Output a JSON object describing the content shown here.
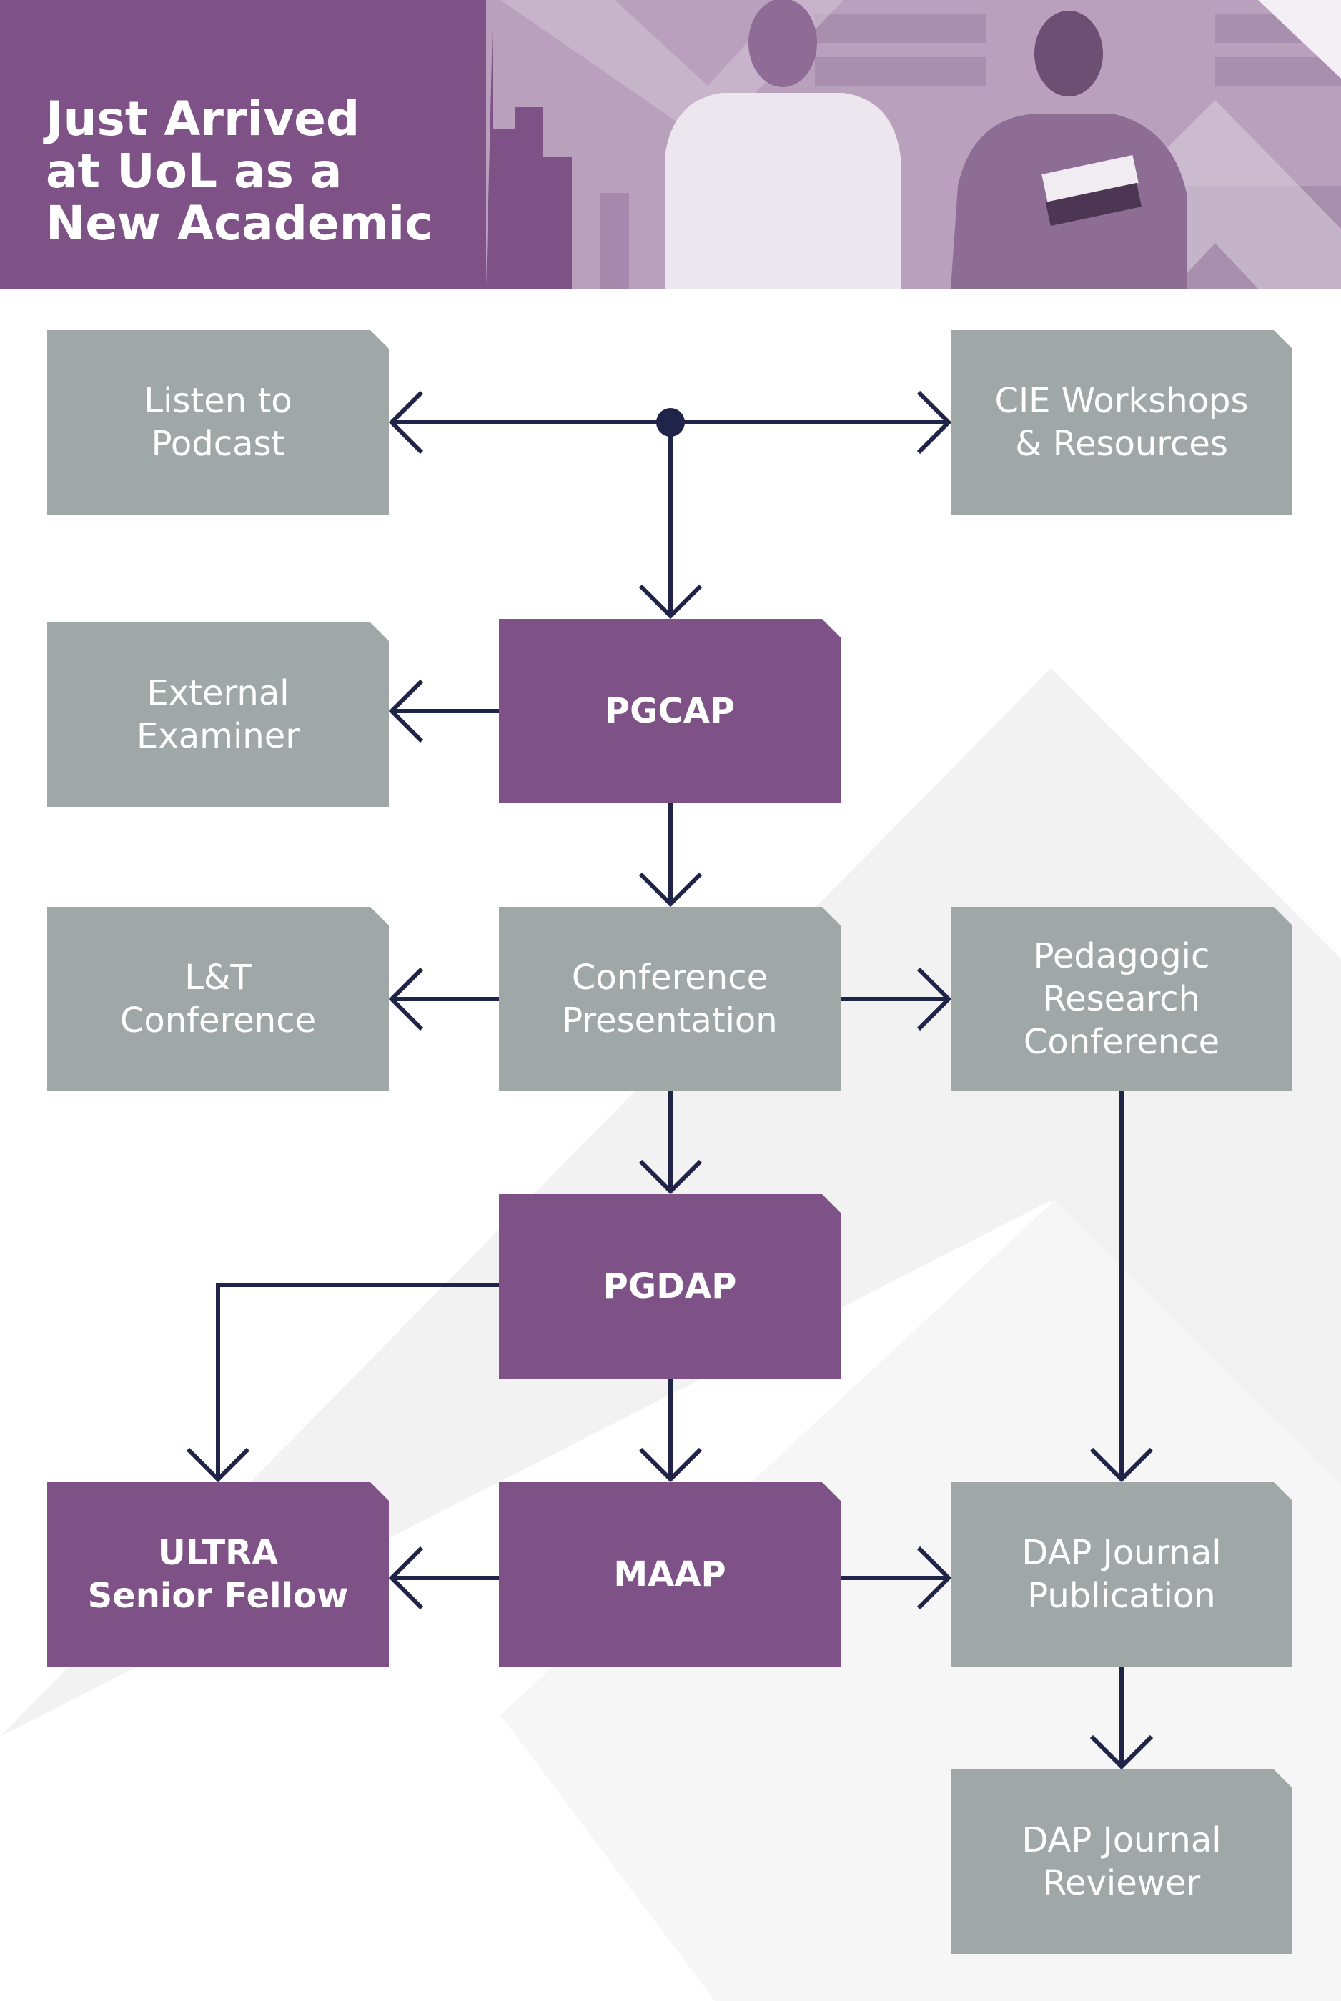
{
  "header": {
    "title_lines": [
      "Just Arrived",
      "at UoL as a",
      "New Academic"
    ]
  },
  "colors": {
    "header_purple": "#7e5286",
    "box_purple": "#7e5286",
    "box_grey": "#a0a7a7",
    "arrow_navy": "#1f2448",
    "background_shape": "#f2f2f2"
  },
  "nodes": {
    "listen_podcast": {
      "lines": [
        "Listen to",
        "Podcast"
      ]
    },
    "cie_workshops": {
      "lines": [
        "CIE Workshops",
        "& Resources"
      ]
    },
    "external_examiner": {
      "lines": [
        "External",
        "Examiner"
      ]
    },
    "pgcap": {
      "lines": [
        "PGCAP"
      ]
    },
    "lt_conference": {
      "lines": [
        "L&T",
        "Conference"
      ]
    },
    "conference_presentation": {
      "lines": [
        "Conference",
        "Presentation"
      ]
    },
    "pedagogic_research": {
      "lines": [
        "Pedagogic",
        "Research",
        "Conference"
      ]
    },
    "pgdap": {
      "lines": [
        "PGDAP"
      ]
    },
    "ultra_senior_fellow": {
      "lines": [
        "ULTRA",
        "Senior Fellow"
      ]
    },
    "maap": {
      "lines": [
        "MAAP"
      ]
    },
    "dap_publication": {
      "lines": [
        "DAP Journal",
        "Publication"
      ]
    },
    "dap_reviewer": {
      "lines": [
        "DAP Journal",
        "Reviewer"
      ]
    }
  }
}
